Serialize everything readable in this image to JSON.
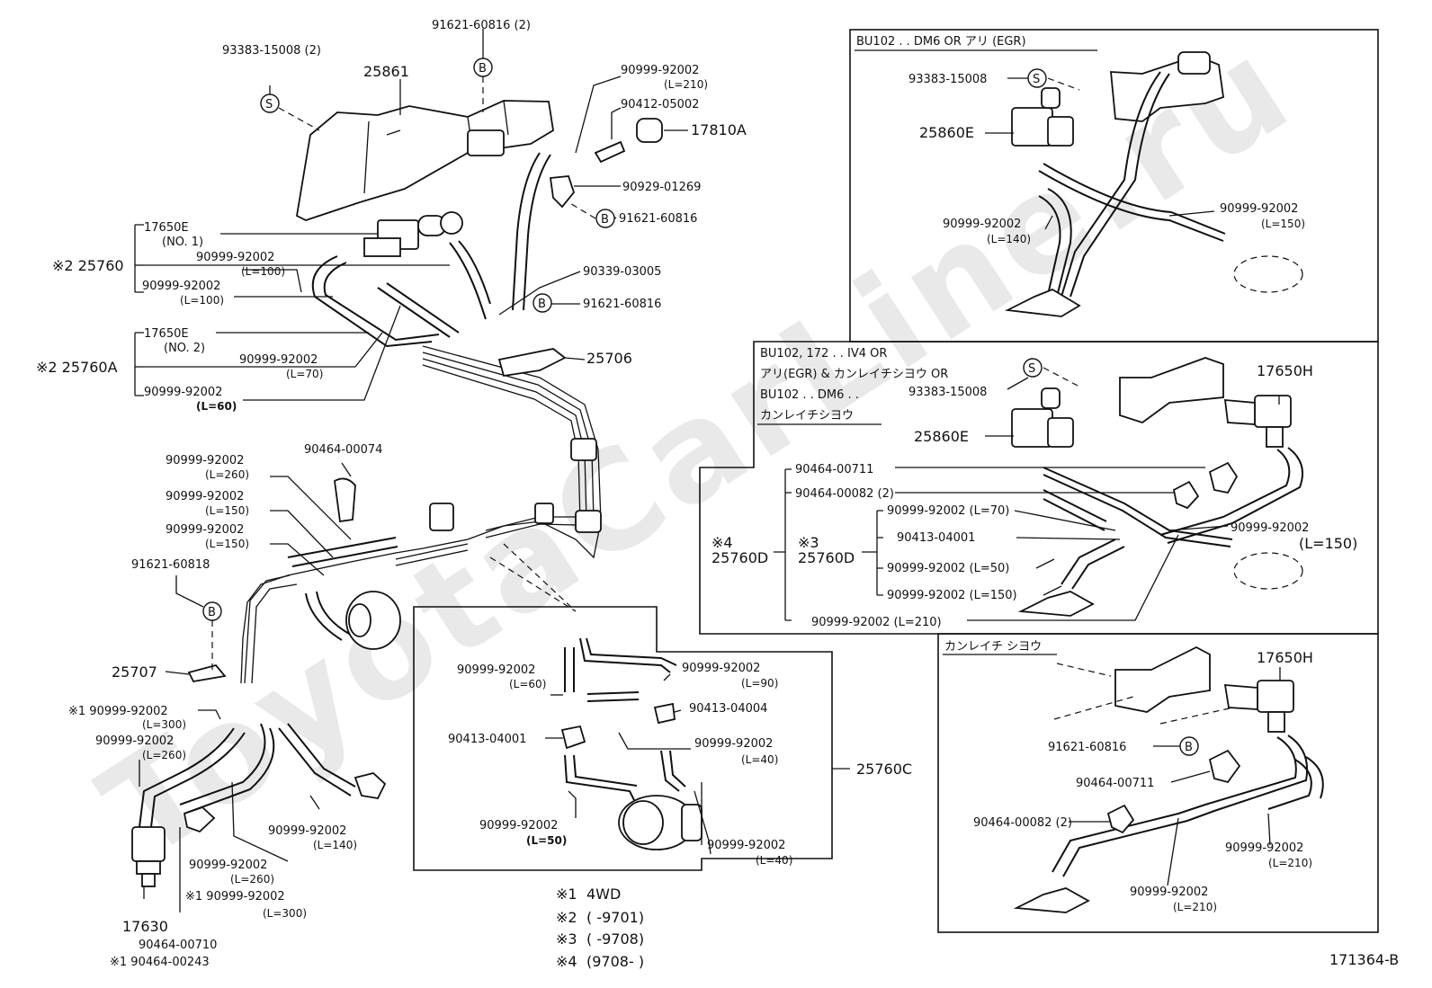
{
  "watermark": "ToyotaCarLine.ru",
  "diagram_id": "171364-B",
  "symbols": {
    "s": "S",
    "b": "B"
  },
  "main": {
    "p93383": "93383-15008 (2)",
    "p91621_top": "91621-60816 (2)",
    "p25861": "25861",
    "p90999_210_a": "90999-92002",
    "p90999_210_b": "(L=210)",
    "p90412": "90412-05002",
    "p17810A": "17810A",
    "p90929": "90929-01269",
    "p91621_b2": "91621-60816",
    "p90339": "90339-03005",
    "p91621_b3": "91621-60816",
    "p25706": "25706",
    "grp1_17650E": "17650E",
    "grp1_no": "(NO. 1)",
    "grp1_25760": "※2 25760",
    "grp1_h1_a": "90999-92002",
    "grp1_h1_b": "(L=100)",
    "grp1_h2_a": "90999-92002",
    "grp1_h2_b": "(L=100)",
    "grp2_17650E": "17650E",
    "grp2_no": "(NO. 2)",
    "grp2_25760A": "※2 25760A",
    "grp2_h1_a": "90999-92002",
    "grp2_h1_b": "(L=70)",
    "grp2_h2_a": "90999-92002",
    "grp2_h2_b": "(L=60)",
    "h260_a": "90999-92002",
    "h260_b": "(L=260)",
    "p90464_74": "90464-00074",
    "h150a_a": "90999-92002",
    "h150a_b": "(L=150)",
    "h150b_a": "90999-92002",
    "h150b_b": "(L=150)",
    "p91621_818": "91621-60818",
    "p25707": "25707",
    "k1_300_a": "※1 90999-92002",
    "k1_300_b": "(L=300)",
    "h260b_a": "90999-92002",
    "h260b_b": "(L=260)",
    "h140_a": "90999-92002",
    "h140_b": "(L=140)",
    "h260c_a": "90999-92002",
    "h260c_b": "(L=260)",
    "k1_300c_a": "※1 90999-92002",
    "k1_300c_b": "(L=300)",
    "p17630": "17630",
    "p90464_710": "90464-00710",
    "k1_90464_243": "※1 90464-00243"
  },
  "box_25760C": {
    "label": "25760C",
    "h60_a": "90999-92002",
    "h60_b": "(L=60)",
    "h90_a": "90999-92002",
    "h90_b": "(L=90)",
    "p04004": "90413-04004",
    "p04001": "90413-04001",
    "h40a_a": "90999-92002",
    "h40a_b": "(L=40)",
    "h50_a": "90999-92002",
    "h50_b": "(L=50)",
    "h40b_a": "90999-92002",
    "h40b_b": "(L=40)"
  },
  "box_egr": {
    "title": "BU102 . . DM6 OR アリ  (EGR)",
    "p93383": "93383-15008",
    "p25860E": "25860E",
    "h140_a": "90999-92002",
    "h140_b": "(L=140)",
    "h150_a": "90999-92002",
    "h150_b": "(L=150)"
  },
  "box_iv4": {
    "t1": "BU102, 172 . . IV4 OR",
    "t2": "アリ(EGR) & カンレイチシヨウ OR",
    "t3": "BU102 . . DM6 . .",
    "t4": "カンレイチシヨウ",
    "p93383": "93383-15008",
    "p25860E": "25860E",
    "p17650H": "17650H",
    "p90464_711": "90464-00711",
    "p90464_82": "90464-00082 (2)",
    "k4": "※4",
    "p25760D_4": "25760D",
    "k3": "※3",
    "p25760D_3": "25760D",
    "h70": "90999-92002 (L=70)",
    "p04001": "90413-04001",
    "h50": "90999-92002 (L=50)",
    "h150": "90999-92002 (L=150)",
    "h210": "90999-92002 (L=210)",
    "h150r_a": "90999-92002",
    "h150r_b": "(L=150)"
  },
  "box_kanrei": {
    "title": "カンレイチ シヨウ",
    "p17650H": "17650H",
    "p91621": "91621-60816",
    "p90464_711": "90464-00711",
    "p90464_82": "90464-00082 (2)",
    "h210a_a": "90999-92002",
    "h210a_b": "(L=210)",
    "h210b_a": "90999-92002",
    "h210b_b": "(L=210)"
  },
  "notes": [
    {
      "mark": "※1",
      "text": "4WD"
    },
    {
      "mark": "※2",
      "text": "(          -9701)"
    },
    {
      "mark": "※3",
      "text": "(          -9708)"
    },
    {
      "mark": "※4",
      "text": "(9708-          )"
    }
  ]
}
